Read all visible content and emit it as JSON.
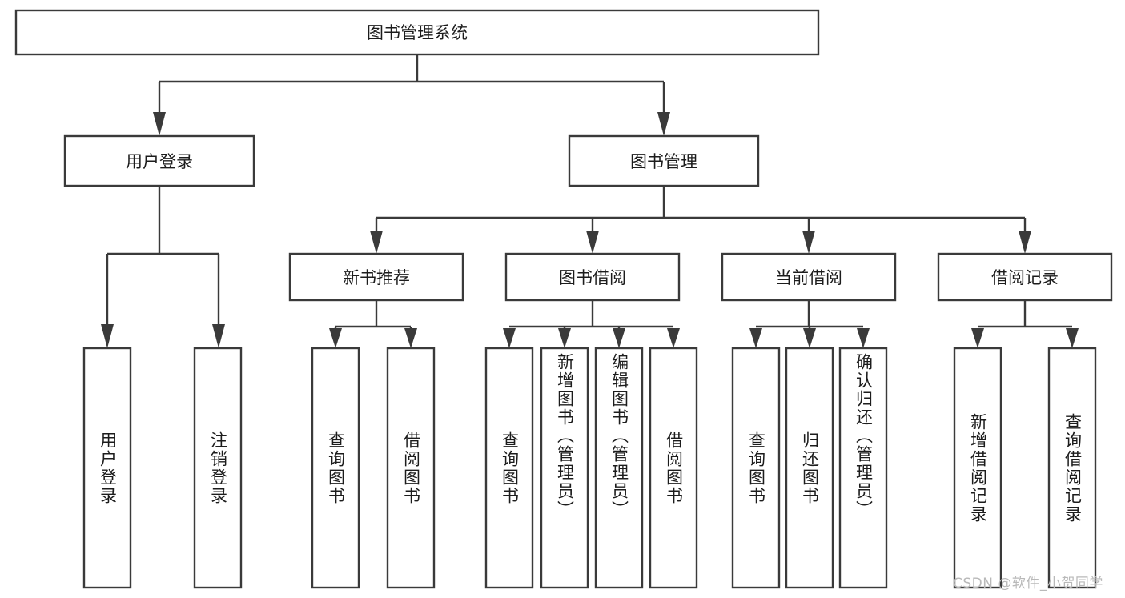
{
  "diagram": {
    "title": "图书管理系统",
    "type": "hierarchy-tree",
    "colors": {
      "stroke": "#3a3a3a",
      "box_fill": "#ffffff",
      "text": "#1c1c1c",
      "background": "#ffffff",
      "watermark": "#b9b9b9"
    },
    "root": {
      "label": "图书管理系统"
    },
    "level2": [
      {
        "label": "用户登录"
      },
      {
        "label": "图书管理"
      }
    ],
    "level3": [
      {
        "label": "新书推荐"
      },
      {
        "label": "图书借阅"
      },
      {
        "label": "当前借阅"
      },
      {
        "label": "借阅记录"
      }
    ],
    "leaves": [
      {
        "label": "用户登录",
        "parent": "用户登录"
      },
      {
        "label": "注销登录",
        "parent": "用户登录"
      },
      {
        "label": "查询图书",
        "parent": "新书推荐"
      },
      {
        "label": "借阅图书",
        "parent": "新书推荐"
      },
      {
        "label": "查询图书",
        "parent": "图书借阅"
      },
      {
        "label": "新增图书（管理员）",
        "parent": "图书借阅"
      },
      {
        "label": "编辑图书（管理员）",
        "parent": "图书借阅"
      },
      {
        "label": "借阅图书",
        "parent": "图书借阅"
      },
      {
        "label": "查询图书",
        "parent": "当前借阅"
      },
      {
        "label": "归还图书",
        "parent": "当前借阅"
      },
      {
        "label": "确认归还（管理员）",
        "parent": "当前借阅"
      },
      {
        "label": "新增借阅记录",
        "parent": "借阅记录"
      },
      {
        "label": "查询借阅记录",
        "parent": "借阅记录"
      }
    ],
    "watermark": "CSDN @软件_小贺同学"
  }
}
